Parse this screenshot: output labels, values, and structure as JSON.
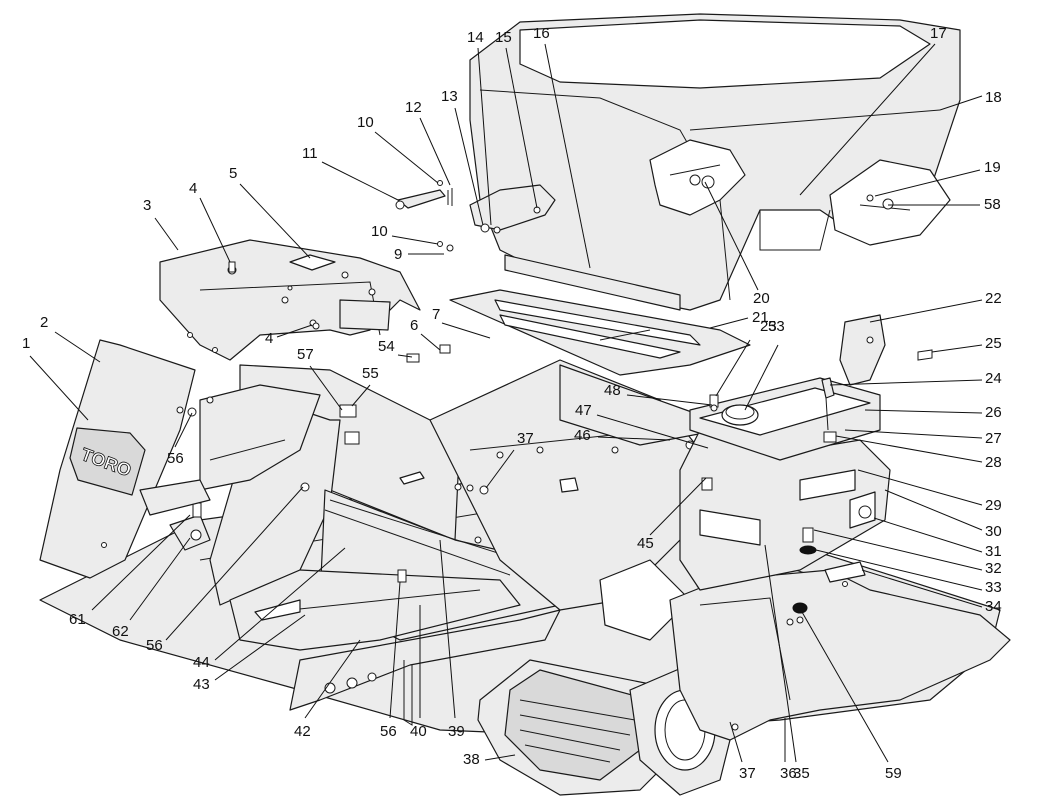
{
  "logo": {
    "text": "TORO"
  },
  "callouts": [
    {
      "id": "c1",
      "label": "1"
    },
    {
      "id": "c2",
      "label": "2"
    },
    {
      "id": "c3",
      "label": "3"
    },
    {
      "id": "c4a",
      "label": "4"
    },
    {
      "id": "c4b",
      "label": "4"
    },
    {
      "id": "c5",
      "label": "5"
    },
    {
      "id": "c6",
      "label": "6"
    },
    {
      "id": "c7",
      "label": "7"
    },
    {
      "id": "c9",
      "label": "9"
    },
    {
      "id": "c10a",
      "label": "10"
    },
    {
      "id": "c10b",
      "label": "10"
    },
    {
      "id": "c11",
      "label": "11"
    },
    {
      "id": "c12",
      "label": "12"
    },
    {
      "id": "c13",
      "label": "13"
    },
    {
      "id": "c14",
      "label": "14"
    },
    {
      "id": "c15",
      "label": "15"
    },
    {
      "id": "c16",
      "label": "16"
    },
    {
      "id": "c17",
      "label": "17"
    },
    {
      "id": "c18",
      "label": "18"
    },
    {
      "id": "c19",
      "label": "19"
    },
    {
      "id": "c20",
      "label": "20"
    },
    {
      "id": "c21",
      "label": "21"
    },
    {
      "id": "c22",
      "label": "22"
    },
    {
      "id": "c23",
      "label": "23"
    },
    {
      "id": "c24",
      "label": "24"
    },
    {
      "id": "c25",
      "label": "25"
    },
    {
      "id": "c26",
      "label": "26"
    },
    {
      "id": "c27",
      "label": "27"
    },
    {
      "id": "c28",
      "label": "28"
    },
    {
      "id": "c29",
      "label": "29"
    },
    {
      "id": "c30",
      "label": "30"
    },
    {
      "id": "c31",
      "label": "31"
    },
    {
      "id": "c32",
      "label": "32"
    },
    {
      "id": "c33",
      "label": "33"
    },
    {
      "id": "c34",
      "label": "34"
    },
    {
      "id": "c35",
      "label": "35"
    },
    {
      "id": "c36",
      "label": "36"
    },
    {
      "id": "c37a",
      "label": "37"
    },
    {
      "id": "c37b",
      "label": "37"
    },
    {
      "id": "c38",
      "label": "38"
    },
    {
      "id": "c39",
      "label": "39"
    },
    {
      "id": "c40",
      "label": "40"
    },
    {
      "id": "c42",
      "label": "42"
    },
    {
      "id": "c43",
      "label": "43"
    },
    {
      "id": "c44",
      "label": "44"
    },
    {
      "id": "c45",
      "label": "45"
    },
    {
      "id": "c46",
      "label": "46"
    },
    {
      "id": "c47",
      "label": "47"
    },
    {
      "id": "c48",
      "label": "48"
    },
    {
      "id": "c53",
      "label": "53"
    },
    {
      "id": "c54",
      "label": "54"
    },
    {
      "id": "c55",
      "label": "55"
    },
    {
      "id": "c56a",
      "label": "56"
    },
    {
      "id": "c56b",
      "label": "56"
    },
    {
      "id": "c56c",
      "label": "56"
    },
    {
      "id": "c57",
      "label": "57"
    },
    {
      "id": "c58",
      "label": "58"
    },
    {
      "id": "c59",
      "label": "59"
    },
    {
      "id": "c61",
      "label": "61"
    },
    {
      "id": "c62",
      "label": "62"
    }
  ]
}
